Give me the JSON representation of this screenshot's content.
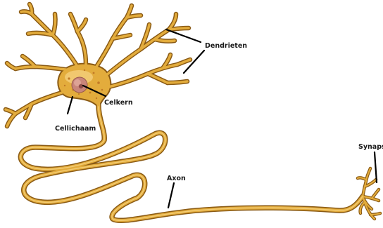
{
  "labels": {
    "dendrites": "Dendrieten",
    "nucleus": "Celkern",
    "cell_body": "Cellichaam",
    "axon": "Axon",
    "synapse": "Synaps"
  },
  "colors": {
    "membrane_outline": "#8a5a14",
    "membrane_fill": "#e3ac3c",
    "membrane_highlight": "#f6d484",
    "soma_spots": "#c27a26",
    "nucleus": "#c9857a",
    "nucleus_core": "#8f4c48",
    "leader_line": "#000000"
  }
}
